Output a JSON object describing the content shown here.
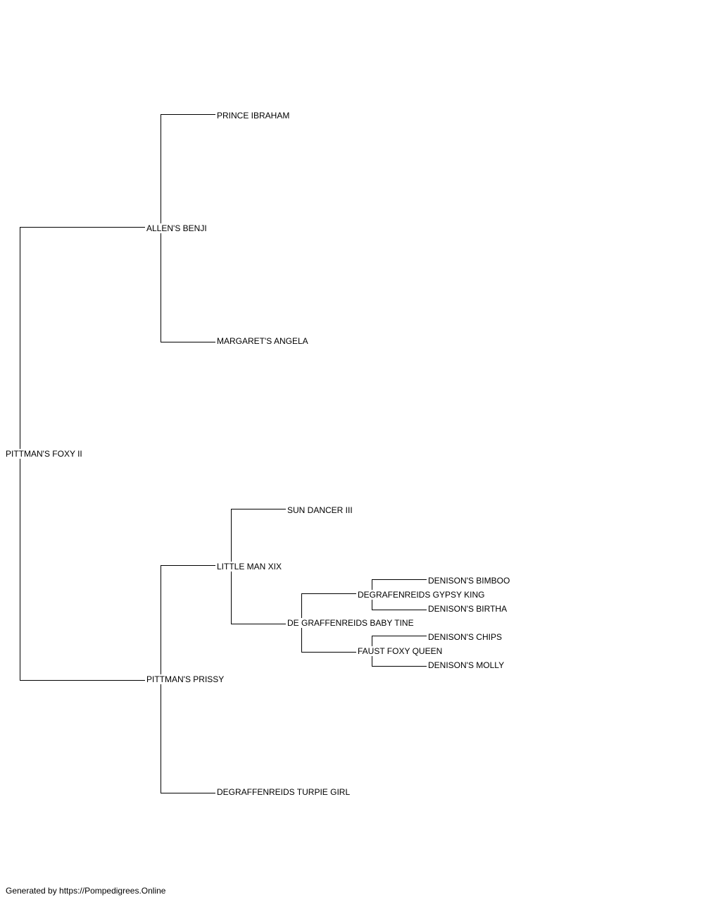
{
  "pedigree": {
    "subject": "PITTMAN'S FOXY II",
    "sire": {
      "name": "ALLEN'S BENJI",
      "sire": "PRINCE IBRAHAM",
      "dam": "MARGARET'S ANGELA"
    },
    "dam": {
      "name": "PITTMAN'S PRISSY",
      "sire": {
        "name": "LITTLE MAN XIX",
        "sire": "SUN DANCER III",
        "dam": {
          "name": "DE GRAFFENREIDS BABY TINE",
          "sire": {
            "name": "DEGRAFENREIDS GYPSY KING",
            "sire": "DENISON'S BIMBOO",
            "dam": "DENISON'S BIRTHA"
          },
          "dam": {
            "name": "FAUST FOXY QUEEN",
            "sire": "DENISON'S CHIPS",
            "dam": "DENISON'S MOLLY"
          }
        }
      },
      "dam": "DEGRAFFENREIDS TURPIE GIRL"
    }
  },
  "footer": "Generated by https://Pompedigrees.Online"
}
